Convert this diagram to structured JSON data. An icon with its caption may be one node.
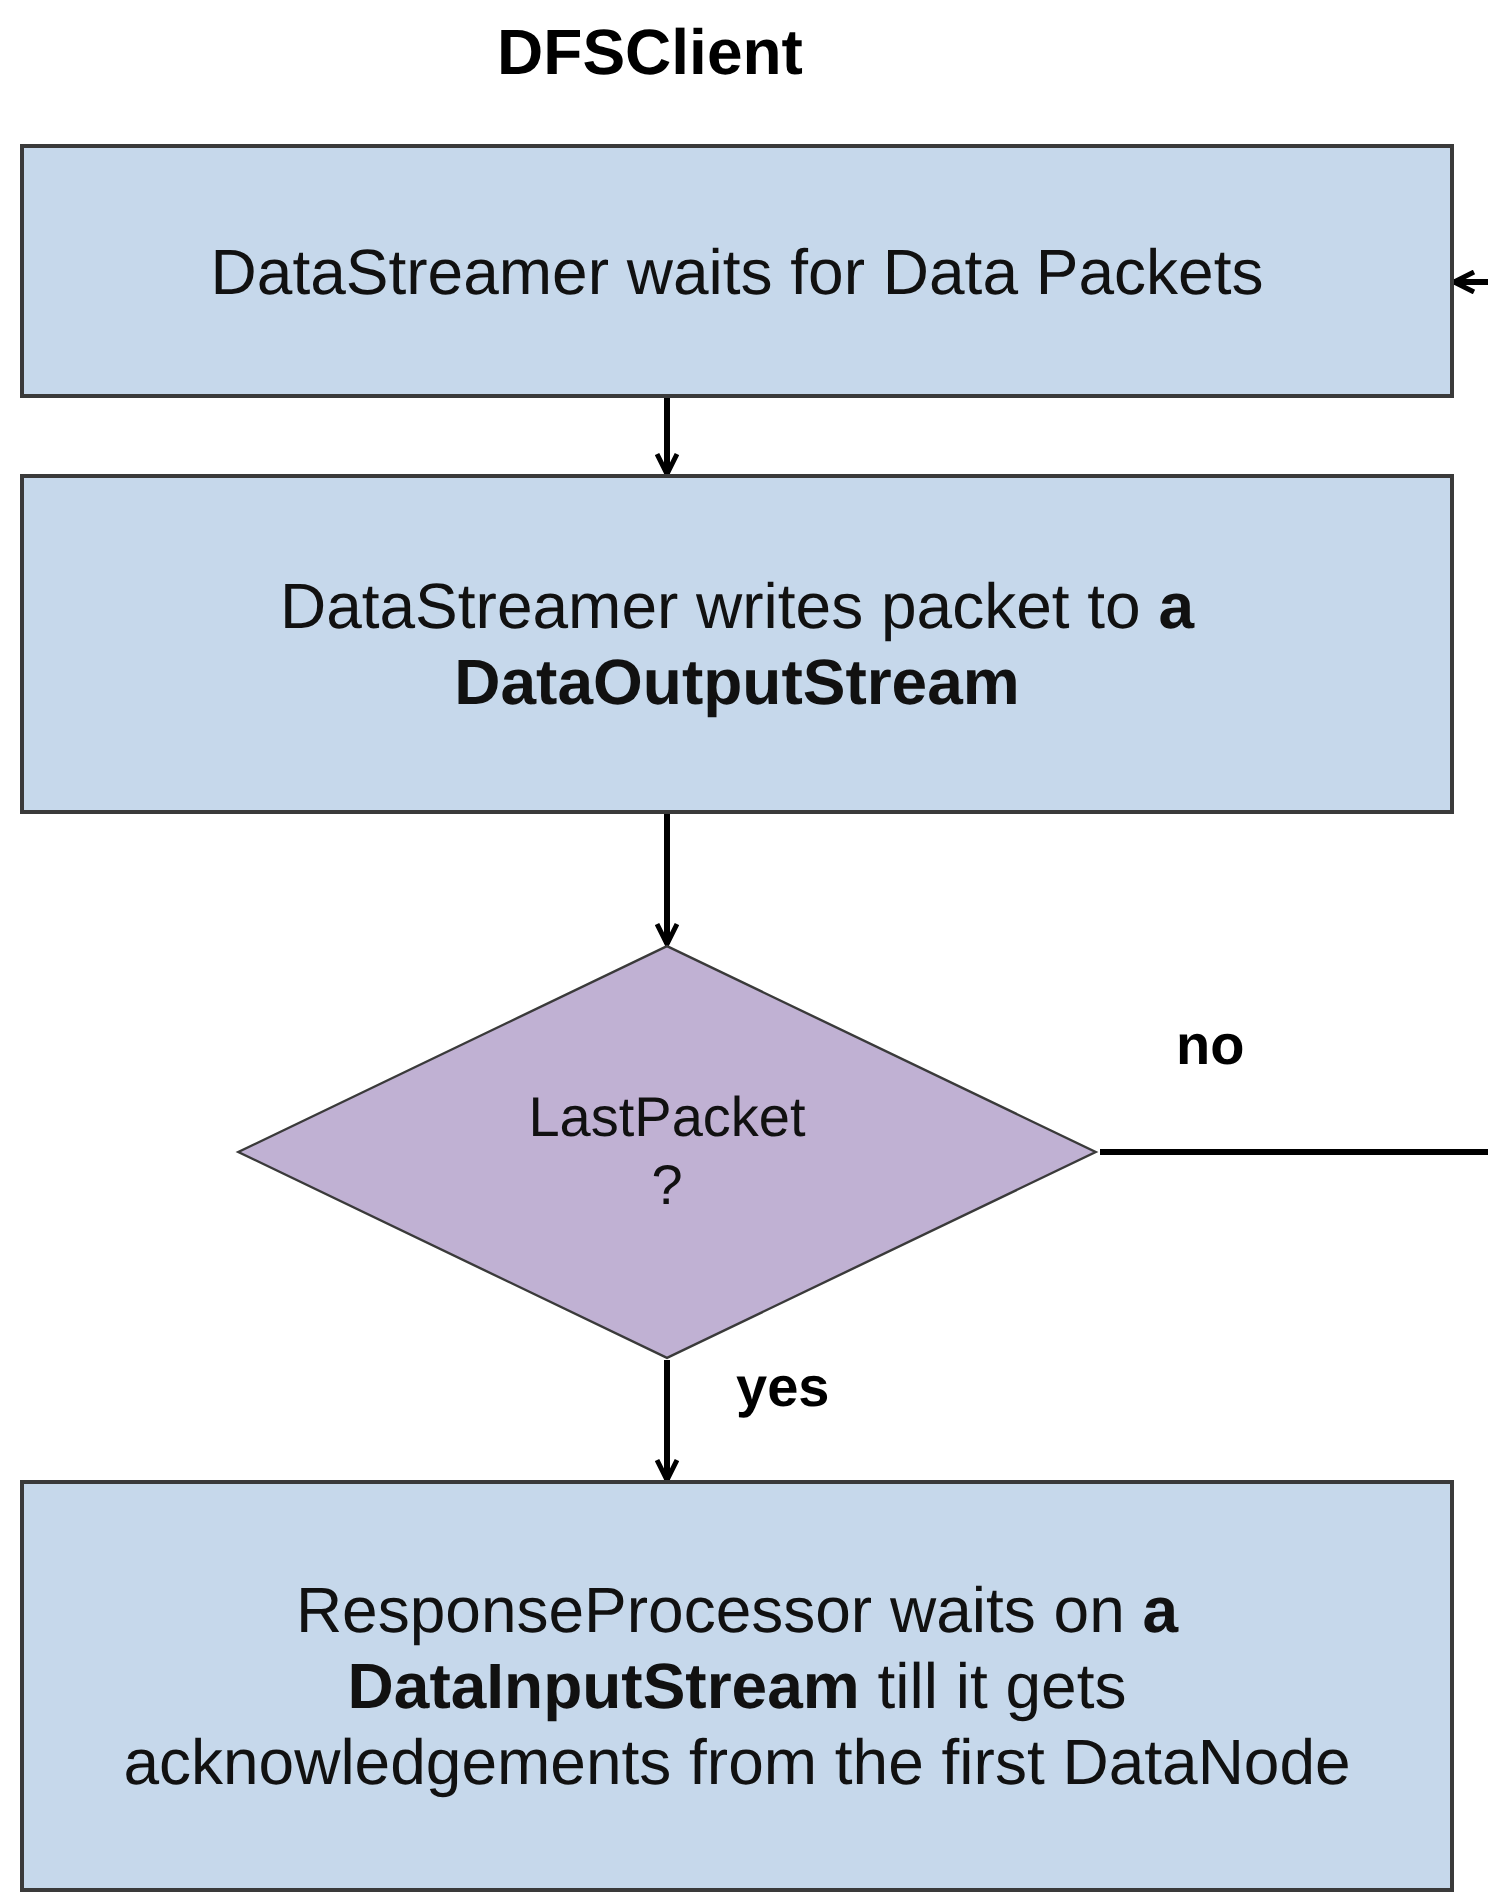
{
  "diagram": {
    "title": "DFSClient",
    "nodes": [
      {
        "text": [
          "DataStreamer waits for Data Packets"
        ]
      },
      {
        "text": [
          "DataStreamer writes packet to **a DataOutputStream**"
        ]
      },
      {
        "text": [
          "LastPacket ?"
        ]
      },
      {
        "text": [
          "ResponseProcessor waits on **a DataInputStream** till it gets acknowledgements from the first DataNode"
        ]
      }
    ],
    "edges": [
      {
        "from": 0,
        "to": 1,
        "arrow": "to"
      },
      {
        "from": 1,
        "to": 2,
        "arrow": "to"
      },
      {
        "from": 2,
        "to": 3,
        "arrow": "to",
        "label": "yes"
      },
      {
        "from": 2,
        "to": null,
        "arrow": "none",
        "label": "no"
      },
      {
        "from": null,
        "to": 0,
        "arrow": "to"
      }
    ]
  }
}
